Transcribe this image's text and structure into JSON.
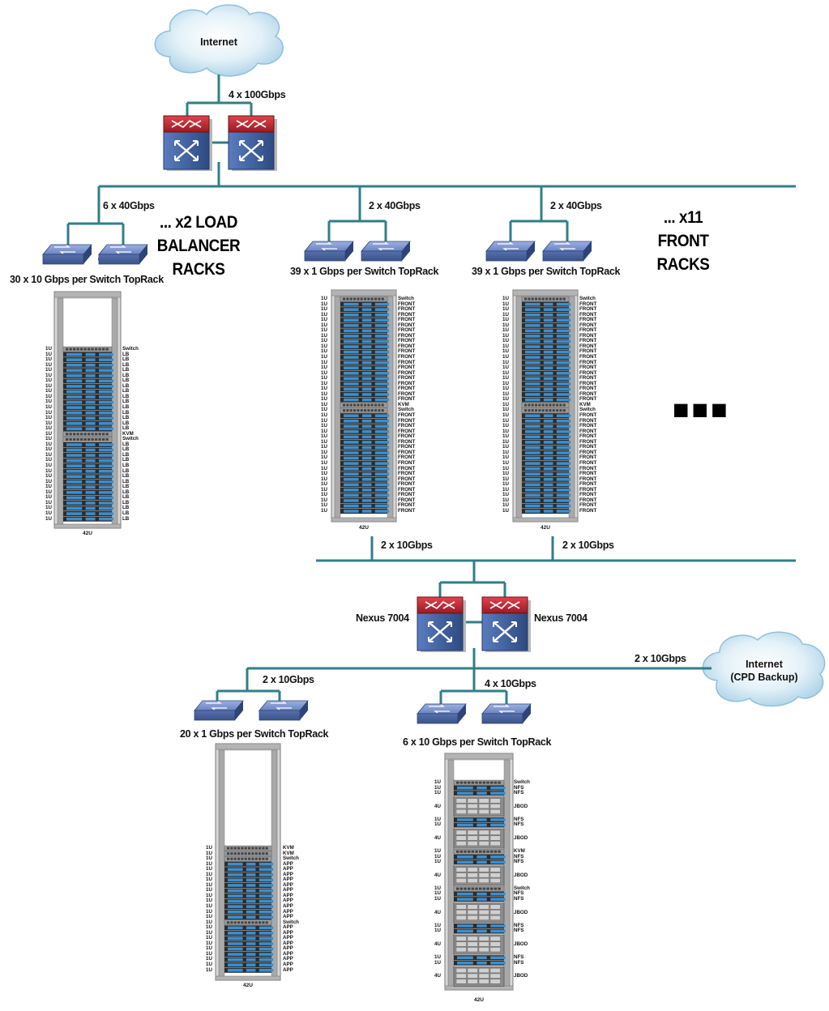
{
  "clouds": {
    "internet": "Internet",
    "backup_line1": "Internet",
    "backup_line2": "(CPD Backup)"
  },
  "links": {
    "core_uplink": "4 x 100Gbps",
    "lb_uplink": "6 x 40Gbps",
    "front1_uplink": "2 x 40Gbps",
    "front2_uplink": "2 x 40Gbps",
    "front1_down": "2 x 10Gbps",
    "front2_down": "2 x 10Gbps",
    "app_uplink": "2 x 10Gbps",
    "nfs_uplink": "4 x 10Gbps",
    "backup_link": "2 x 10Gbps"
  },
  "groups": {
    "lb_line1": "... x2 LOAD",
    "lb_line2": "BALANCER",
    "lb_line3": "RACKS",
    "front_line1": "... x11",
    "front_line2": "FRONT",
    "front_line3": "RACKS",
    "more": "■■■"
  },
  "devices": {
    "nexus_left": "Nexus 7004",
    "nexus_right": "Nexus 7004"
  },
  "toprack": {
    "lb": "30 x 10 Gbps per Switch TopRack",
    "front1": "39 x 1 Gbps per Switch TopRack",
    "front2": "39 x 1 Gbps per Switch TopRack",
    "app": "20 x 1 Gbps per Switch TopRack",
    "nfs": "6 x 10 Gbps per Switch TopRack"
  },
  "racks": {
    "lb": {
      "footer": "42U",
      "slots": [
        [
          "1U",
          "Switch"
        ],
        [
          "1U",
          "LB"
        ],
        [
          "1U",
          "LB"
        ],
        [
          "1U",
          "LB"
        ],
        [
          "1U",
          "LB"
        ],
        [
          "1U",
          "LB"
        ],
        [
          "1U",
          "LB"
        ],
        [
          "1U",
          "LB"
        ],
        [
          "1U",
          "LB"
        ],
        [
          "1U",
          "LB"
        ],
        [
          "1U",
          "LB"
        ],
        [
          "1U",
          "LB"
        ],
        [
          "1U",
          "LB"
        ],
        [
          "1U",
          "LB"
        ],
        [
          "1U",
          "LB"
        ],
        [
          "1U",
          "LB"
        ],
        [
          "1U",
          "KVM"
        ],
        [
          "1U",
          "Switch"
        ],
        [
          "1U",
          "LB"
        ],
        [
          "1U",
          "LB"
        ],
        [
          "1U",
          "LB"
        ],
        [
          "1U",
          "LB"
        ],
        [
          "1U",
          "LB"
        ],
        [
          "1U",
          "LB"
        ],
        [
          "1U",
          "LB"
        ],
        [
          "1U",
          "LB"
        ],
        [
          "1U",
          "LB"
        ],
        [
          "1U",
          "LB"
        ],
        [
          "1U",
          "LB"
        ],
        [
          "1U",
          "LB"
        ],
        [
          "1U",
          "LB"
        ],
        [
          "1U",
          "LB"
        ],
        [
          "1U",
          "LB"
        ]
      ]
    },
    "front1": {
      "footer": "42U",
      "slots": [
        [
          "1U",
          "Switch"
        ],
        [
          "1U",
          "FRONT"
        ],
        [
          "1U",
          "FRONT"
        ],
        [
          "1U",
          "FRONT"
        ],
        [
          "1U",
          "FRONT"
        ],
        [
          "1U",
          "FRONT"
        ],
        [
          "1U",
          "FRONT"
        ],
        [
          "1U",
          "FRONT"
        ],
        [
          "1U",
          "FRONT"
        ],
        [
          "1U",
          "FRONT"
        ],
        [
          "1U",
          "FRONT"
        ],
        [
          "1U",
          "FRONT"
        ],
        [
          "1U",
          "FRONT"
        ],
        [
          "1U",
          "FRONT"
        ],
        [
          "1U",
          "FRONT"
        ],
        [
          "1U",
          "FRONT"
        ],
        [
          "1U",
          "FRONT"
        ],
        [
          "1U",
          "FRONT"
        ],
        [
          "1U",
          "FRONT"
        ],
        [
          "1U",
          "FRONT"
        ],
        [
          "1U",
          "KVM"
        ],
        [
          "1U",
          "Switch"
        ],
        [
          "1U",
          "FRONT"
        ],
        [
          "1U",
          "FRONT"
        ],
        [
          "1U",
          "FRONT"
        ],
        [
          "1U",
          "FRONT"
        ],
        [
          "1U",
          "FRONT"
        ],
        [
          "1U",
          "FRONT"
        ],
        [
          "1U",
          "FRONT"
        ],
        [
          "1U",
          "FRONT"
        ],
        [
          "1U",
          "FRONT"
        ],
        [
          "1U",
          "FRONT"
        ],
        [
          "1U",
          "FRONT"
        ],
        [
          "1U",
          "FRONT"
        ],
        [
          "1U",
          "FRONT"
        ],
        [
          "1U",
          "FRONT"
        ],
        [
          "1U",
          "FRONT"
        ],
        [
          "1U",
          "FRONT"
        ],
        [
          "1U",
          "FRONT"
        ],
        [
          "1U",
          "FRONT"
        ],
        [
          "1U",
          "FRONT"
        ]
      ]
    },
    "front2": {
      "footer": "42U",
      "slots": [
        [
          "1U",
          "Switch"
        ],
        [
          "1U",
          "FRONT"
        ],
        [
          "1U",
          "FRONT"
        ],
        [
          "1U",
          "FRONT"
        ],
        [
          "1U",
          "FRONT"
        ],
        [
          "1U",
          "FRONT"
        ],
        [
          "1U",
          "FRONT"
        ],
        [
          "1U",
          "FRONT"
        ],
        [
          "1U",
          "FRONT"
        ],
        [
          "1U",
          "FRONT"
        ],
        [
          "1U",
          "FRONT"
        ],
        [
          "1U",
          "FRONT"
        ],
        [
          "1U",
          "FRONT"
        ],
        [
          "1U",
          "FRONT"
        ],
        [
          "1U",
          "FRONT"
        ],
        [
          "1U",
          "FRONT"
        ],
        [
          "1U",
          "FRONT"
        ],
        [
          "1U",
          "FRONT"
        ],
        [
          "1U",
          "FRONT"
        ],
        [
          "1U",
          "FRONT"
        ],
        [
          "1U",
          "KVM"
        ],
        [
          "1U",
          "Switch"
        ],
        [
          "1U",
          "FRONT"
        ],
        [
          "1U",
          "FRONT"
        ],
        [
          "1U",
          "FRONT"
        ],
        [
          "1U",
          "FRONT"
        ],
        [
          "1U",
          "FRONT"
        ],
        [
          "1U",
          "FRONT"
        ],
        [
          "1U",
          "FRONT"
        ],
        [
          "1U",
          "FRONT"
        ],
        [
          "1U",
          "FRONT"
        ],
        [
          "1U",
          "FRONT"
        ],
        [
          "1U",
          "FRONT"
        ],
        [
          "1U",
          "FRONT"
        ],
        [
          "1U",
          "FRONT"
        ],
        [
          "1U",
          "FRONT"
        ],
        [
          "1U",
          "FRONT"
        ],
        [
          "1U",
          "FRONT"
        ],
        [
          "1U",
          "FRONT"
        ],
        [
          "1U",
          "FRONT"
        ],
        [
          "1U",
          "FRONT"
        ]
      ]
    },
    "app": {
      "footer": "42U",
      "slots": [
        [
          "1U",
          "KVM"
        ],
        [
          "1U",
          "KVM"
        ],
        [
          "1U",
          "Switch"
        ],
        [
          "1U",
          "APP"
        ],
        [
          "1U",
          "APP"
        ],
        [
          "1U",
          "APP"
        ],
        [
          "1U",
          "APP"
        ],
        [
          "1U",
          "APP"
        ],
        [
          "1U",
          "APP"
        ],
        [
          "1U",
          "APP"
        ],
        [
          "1U",
          "APP"
        ],
        [
          "1U",
          "APP"
        ],
        [
          "1U",
          "APP"
        ],
        [
          "1U",
          "APP"
        ],
        [
          "1U",
          "Switch"
        ],
        [
          "1U",
          "APP"
        ],
        [
          "1U",
          "APP"
        ],
        [
          "1U",
          "APP"
        ],
        [
          "1U",
          "APP"
        ],
        [
          "1U",
          "APP"
        ],
        [
          "1U",
          "APP"
        ],
        [
          "1U",
          "APP"
        ],
        [
          "1U",
          "APP"
        ],
        [
          "1U",
          "APP"
        ]
      ]
    },
    "nfs": {
      "footer": "42U",
      "slots": [
        [
          "1U",
          "Switch"
        ],
        [
          "1U",
          "NFS"
        ],
        [
          "1U",
          "NFS"
        ],
        [
          "4U",
          "JBOD"
        ],
        [
          "1U",
          "NFS"
        ],
        [
          "1U",
          "NFS"
        ],
        [
          "4U",
          "JBOD"
        ],
        [
          "1U",
          "KVM"
        ],
        [
          "1U",
          "NFS"
        ],
        [
          "1U",
          "NFS"
        ],
        [
          "4U",
          "JBOD"
        ],
        [
          "1U",
          "Switch"
        ],
        [
          "1U",
          "NFS"
        ],
        [
          "1U",
          "NFS"
        ],
        [
          "4U",
          "JBOD"
        ],
        [
          "1U",
          "NFS"
        ],
        [
          "1U",
          "NFS"
        ],
        [
          "4U",
          "JBOD"
        ],
        [
          "1U",
          "NFS"
        ],
        [
          "1U",
          "NFS"
        ],
        [
          "4U",
          "JBOD"
        ]
      ]
    }
  },
  "colors": {
    "link": "#2f7f8a",
    "router_top": "#b0202a",
    "router_body": "#3f5f9a",
    "switch_body": "#5b74ad",
    "rack_frame": "#a9a9a9",
    "server_blue": "#3a8fd0",
    "server_dark": "#2a2a2a"
  }
}
